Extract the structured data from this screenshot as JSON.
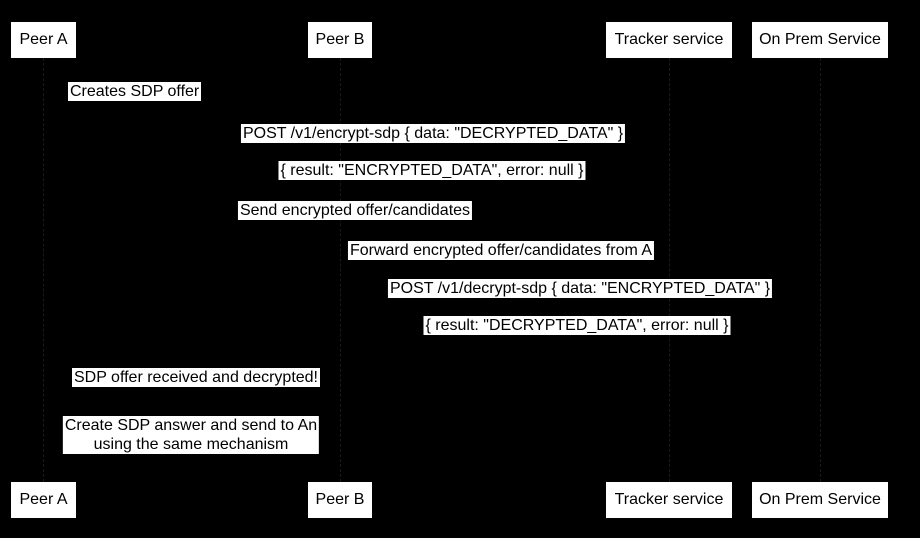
{
  "diagram_type": "sequence-diagram",
  "colors": {
    "background": "#000000",
    "box_background": "#ffffff",
    "box_text": "#000000"
  },
  "actors": [
    {
      "id": "peer-a",
      "label": "Peer A"
    },
    {
      "id": "peer-b",
      "label": "Peer B"
    },
    {
      "id": "tracker-service",
      "label": "Tracker service"
    },
    {
      "id": "on-prem-service",
      "label": "On Prem Service"
    }
  ],
  "notes": [
    {
      "near": "Peer A",
      "text": "Creates SDP offer"
    },
    {
      "near": "Peer A",
      "text": "SDP offer received and decrypted!"
    },
    {
      "near": "Peer A",
      "lines": [
        "Create SDP answer and send to An",
        "using the same mechanism"
      ]
    }
  ],
  "messages": [
    {
      "from": "Peer A",
      "to": "On Prem Service",
      "style": "solid",
      "text": "POST /v1/encrypt-sdp { data: \"DECRYPTED_DATA\" }"
    },
    {
      "from": "On Prem Service",
      "to": "Peer A",
      "style": "dashed",
      "text": "{ result: \"ENCRYPTED_DATA\", error: null }"
    },
    {
      "from": "Peer A",
      "to": "Tracker service",
      "style": "solid",
      "text": "Send encrypted offer/candidates"
    },
    {
      "from": "Tracker service",
      "to": "Peer B",
      "style": "solid",
      "text": "Forward encrypted offer/candidates from A"
    },
    {
      "from": "Peer B",
      "to": "On Prem Service",
      "style": "solid",
      "text": "POST /v1/decrypt-sdp { data: \"ENCRYPTED_DATA\" }"
    },
    {
      "from": "On Prem Service",
      "to": "Peer B",
      "style": "dashed",
      "text": "{ result: \"DECRYPTED_DATA\", error: null }"
    }
  ]
}
